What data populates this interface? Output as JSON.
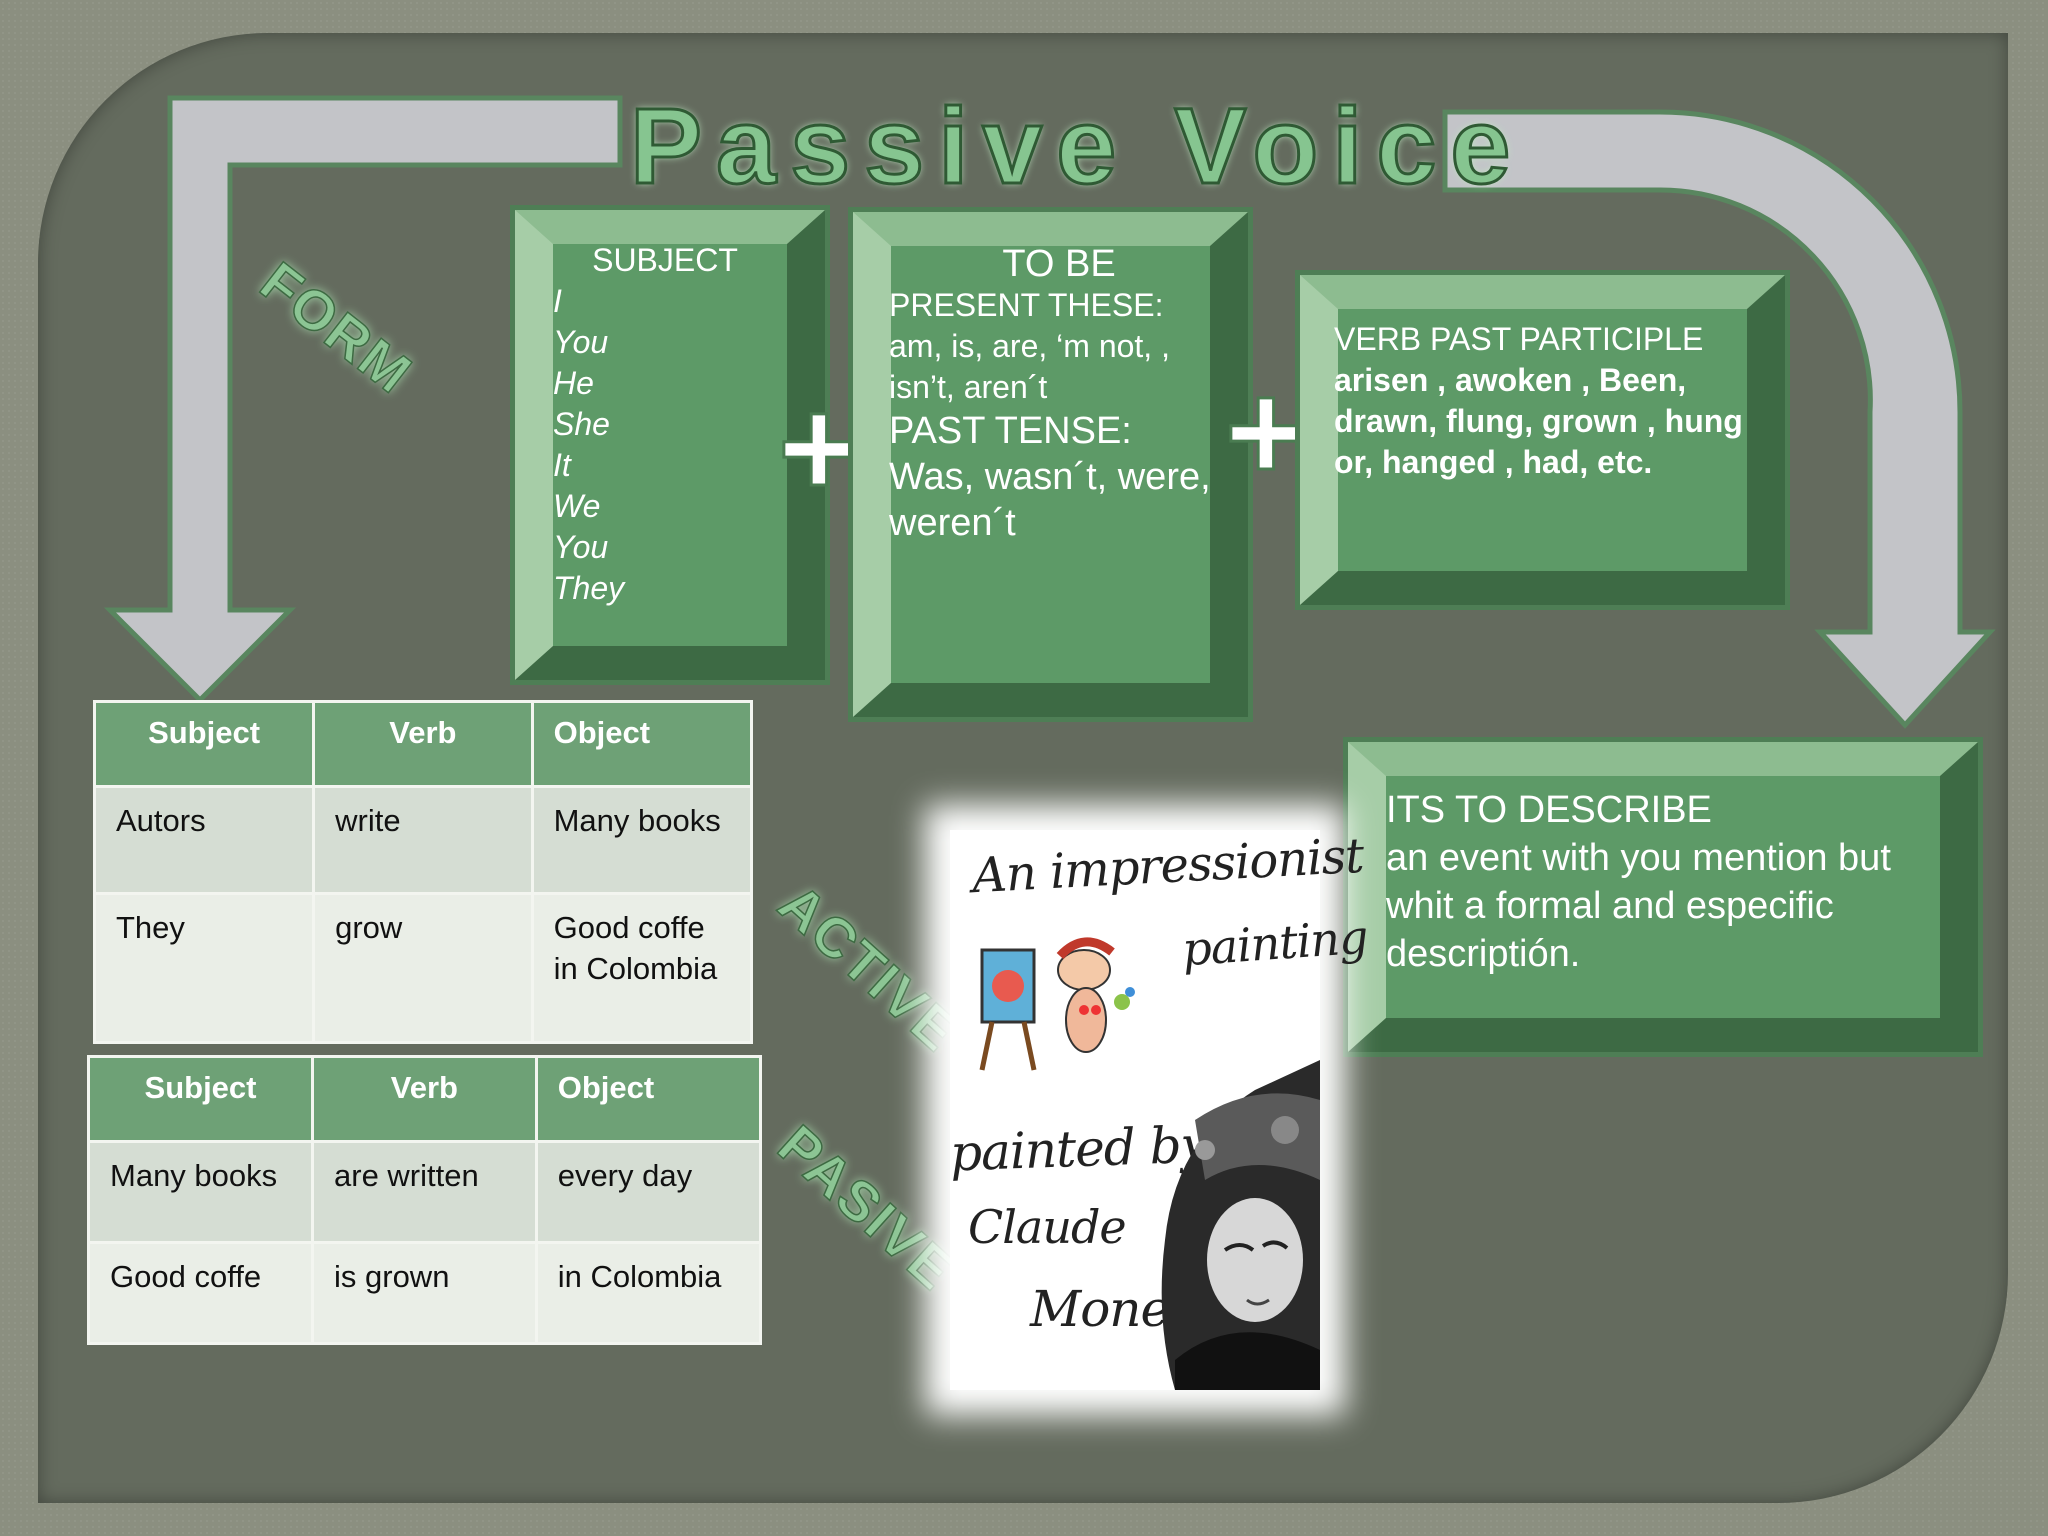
{
  "title": "Passive Voice",
  "side_labels": {
    "form": "FORM",
    "active": "ACTIVE",
    "passive": "PASIVE"
  },
  "subject_box": {
    "heading": "SUBJECT",
    "pronouns": [
      "I",
      "You",
      "He",
      "She",
      "It",
      "We",
      "You",
      "They"
    ]
  },
  "plus_sign": "+",
  "to_be_box": {
    "heading": "TO BE",
    "present_label": "PRESENT THESE:",
    "present_forms": "am, is, are, ‘m not, , isn’t, aren´t",
    "past_label": "PAST TENSE:",
    "past_forms": "Was, wasn´t, were, weren´t"
  },
  "participle_box": {
    "heading": "VERB PAST PARTICIPLE",
    "examples": "arisen , awoken , Been, drawn, flung, grown , hung or, hanged , had, etc."
  },
  "describe_box": {
    "heading": "ITS TO DESCRIBE",
    "body": "an event with you mention but whit a formal and especific descriptión."
  },
  "active_table": {
    "headers": [
      "Subject",
      "Verb",
      "Object"
    ],
    "rows": [
      [
        "Autors",
        "write",
        "Many books"
      ],
      [
        "They",
        "grow",
        "Good coffe in Colombia"
      ]
    ]
  },
  "passive_table": {
    "headers": [
      "Subject",
      "Verb",
      "Object"
    ],
    "rows": [
      [
        "Many books",
        "are written",
        "every day"
      ],
      [
        "Good coffe",
        "is grown",
        "in Colombia"
      ]
    ]
  },
  "image_caption": {
    "line1": "An impressionist",
    "line2": "painting",
    "line3": "painted by",
    "line4": "Claude",
    "line5": "Monet"
  },
  "colors": {
    "green": "#5d9a67",
    "arrow": "#c3c4c8",
    "panel": "#646b5e"
  }
}
